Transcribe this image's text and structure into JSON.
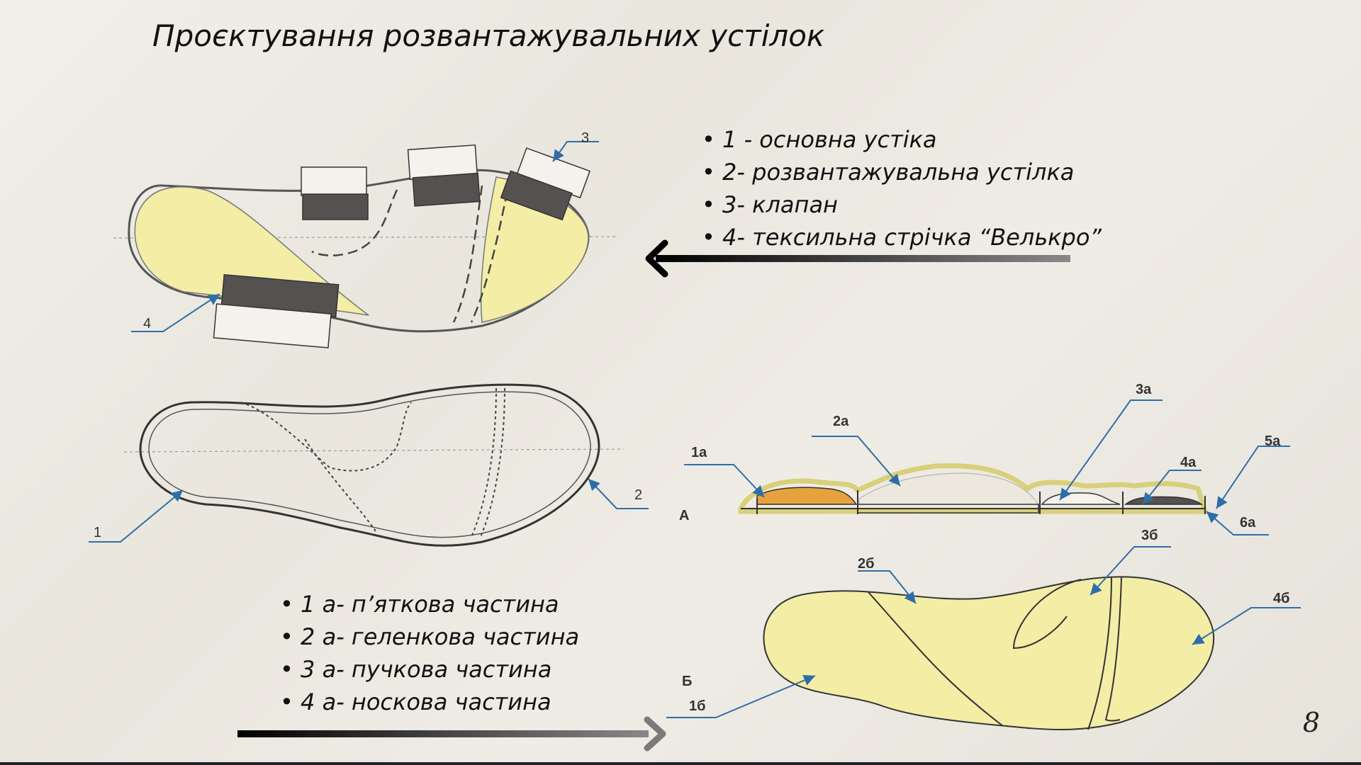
{
  "title": "Проєктування розвантажувальних устілок",
  "legend_top": [
    "1 - основна устіка",
    "2- розвантажувальна устілка",
    "3- клапан",
    "4- тексильна стрічка “Велькро”"
  ],
  "legend_bottom": [
    "1 а- п’яткова частина",
    "2 а- геленкова частина",
    "3 а- пучкова частина",
    "4 а- носкова частина"
  ],
  "figure_labels": {
    "top_3": "3",
    "top_4": "4",
    "mid_1": "1",
    "mid_2": "2",
    "sec_1a": "1а",
    "sec_2a": "2а",
    "sec_3a": "3а",
    "sec_4a": "4а",
    "sec_5a": "5а",
    "sec_6a": "6а",
    "sec_A": "А",
    "plan_B": "Б",
    "plan_1b": "1б",
    "plan_2b": "2б",
    "plan_3b": "3б",
    "plan_4b": "4б"
  },
  "page_number": "8",
  "colors": {
    "insole_fill": "#f3eda6",
    "heel_orange": "#e6a23c",
    "velcro_dark": "#545150",
    "leader_blue": "#2e6ea8"
  }
}
